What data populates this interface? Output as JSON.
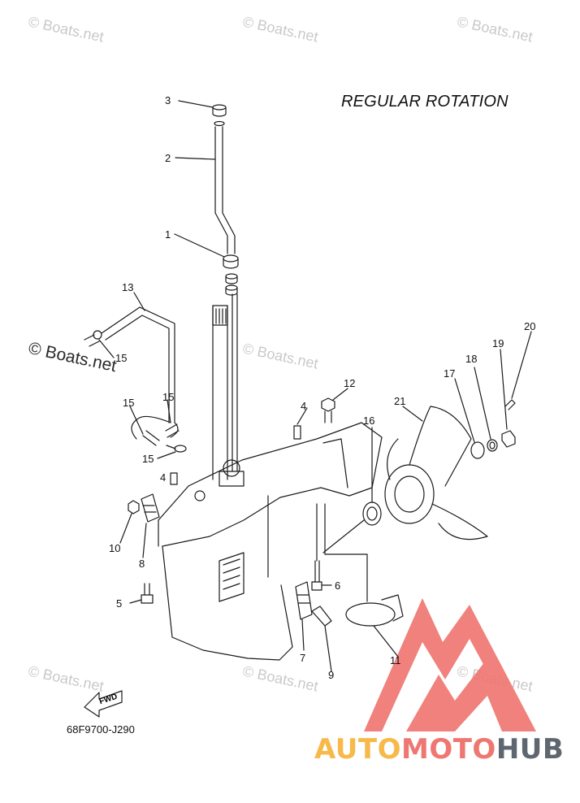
{
  "diagram": {
    "title": "REGULAR ROTATION",
    "part_numbers": [
      "1",
      "2",
      "3",
      "4",
      "4",
      "5",
      "6",
      "7",
      "8",
      "9",
      "10",
      "11",
      "12",
      "13",
      "15",
      "15",
      "15",
      "15",
      "16",
      "17",
      "18",
      "19",
      "20",
      "21"
    ],
    "fwd_label": "FWD",
    "drawing_code": "68F9700-J290"
  },
  "watermark": {
    "text": "© Boats.net"
  },
  "brand": {
    "part1": "AUTO",
    "part2": "MOTO",
    "part3": "HUB",
    "colors": {
      "auto": "#f7b94a",
      "moto": "#ef7772",
      "hub": "#5e6770",
      "logo": "#ef7772"
    }
  }
}
